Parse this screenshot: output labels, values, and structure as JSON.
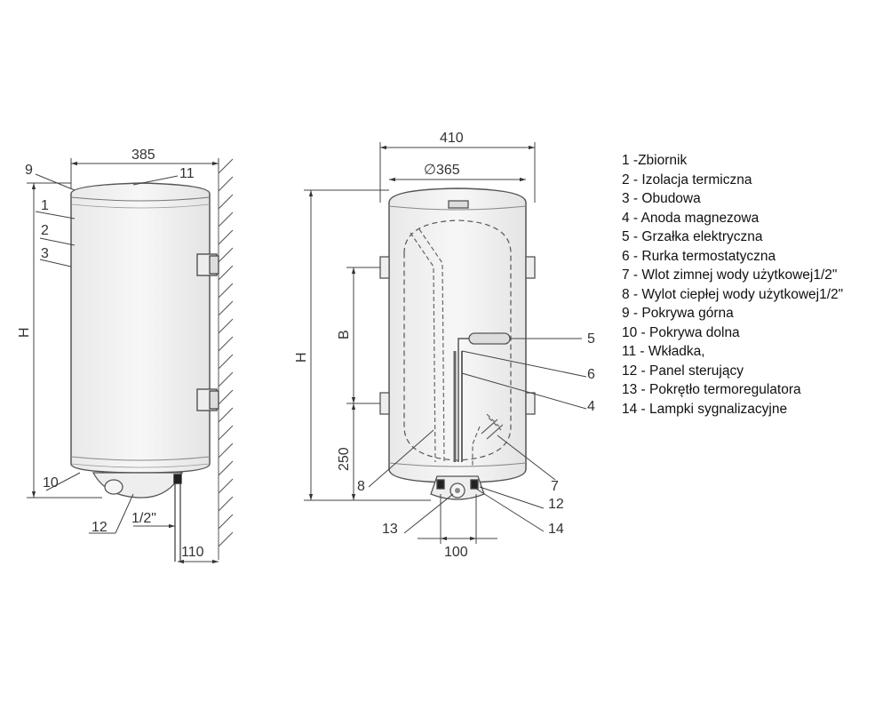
{
  "left_view": {
    "width_dim": "385",
    "height_dim": "H",
    "pipe_dim": "1/2\"",
    "wall_dim": "110",
    "callouts": {
      "c9": "9",
      "c11": "11",
      "c1": "1",
      "c2": "2",
      "c3": "3",
      "c10": "10",
      "c12": "12"
    }
  },
  "right_view": {
    "width_dim": "410",
    "diameter_dim": "∅365",
    "height_dim": "H",
    "b_dim": "B",
    "bottom_dim": "250",
    "base_dim": "100",
    "callouts": {
      "c5": "5",
      "c6": "6",
      "c4": "4",
      "c7": "7",
      "c8": "8",
      "c12": "12",
      "c13": "13",
      "c14": "14"
    }
  },
  "legend": [
    "1 -Zbiornik",
    "2 - Izolacja termiczna",
    "3 - Obudowa",
    "4 - Anoda magnezowa",
    "5 - Grzałka elektryczna",
    "6 - Rurka termostatyczna",
    "7 - Wlot zimnej wody użytkowej1/2\"",
    "8 - Wylot ciepłej wody użytkowej1/2\"",
    "9 - Pokrywa górna",
    "10 - Pokrywa dolna",
    "11 - Wkładka,",
    "12 - Panel sterujący",
    "13 - Pokrętło termoregulatora",
    "14 - Lampki sygnalizacyjne"
  ]
}
